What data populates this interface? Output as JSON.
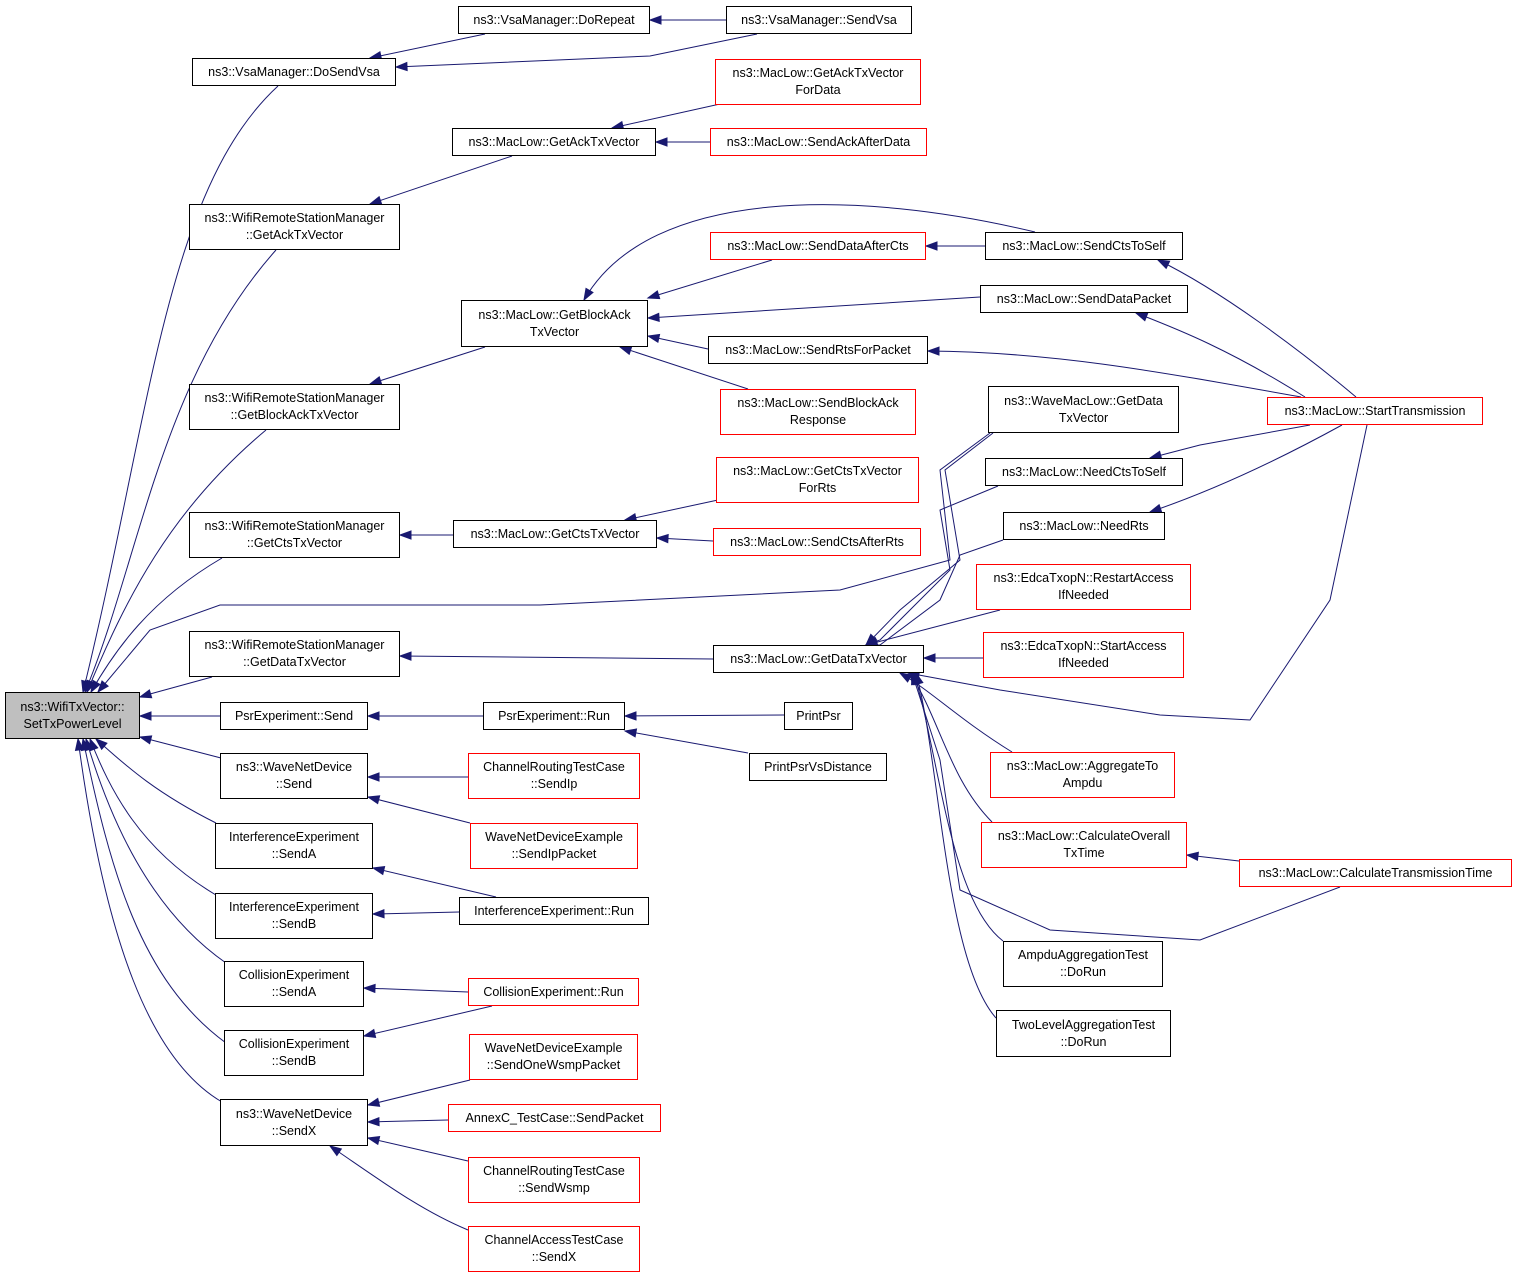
{
  "diagram": {
    "title": "",
    "edge_color": "#191970",
    "node_border_color": "#000000",
    "node_border_incomplete_color": "#ff0000",
    "root_fill_color": "#bfbfbf",
    "nodes": {
      "root": {
        "lines": [
          "ns3::WifiTxVector::",
          "SetTxPowerLevel"
        ],
        "root": true
      },
      "vsaDoSendVsa": {
        "lines": [
          "ns3::VsaManager::DoSendVsa"
        ]
      },
      "vsaDoRepeat": {
        "lines": [
          "ns3::VsaManager::DoRepeat"
        ]
      },
      "vsaSendVsa": {
        "lines": [
          "ns3::VsaManager::SendVsa"
        ]
      },
      "wrsmGetAck": {
        "lines": [
          "ns3::WifiRemoteStationManager",
          "::GetAckTxVector"
        ]
      },
      "mlGetAck": {
        "lines": [
          "ns3::MacLow::GetAckTxVector"
        ]
      },
      "mlGetAckForData": {
        "lines": [
          "ns3::MacLow::GetAckTxVector",
          "ForData"
        ],
        "incomplete": true
      },
      "mlSendAckAfterData": {
        "lines": [
          "ns3::MacLow::SendAckAfterData"
        ],
        "incomplete": true
      },
      "wrsmGetBlockAck": {
        "lines": [
          "ns3::WifiRemoteStationManager",
          "::GetBlockAckTxVector"
        ]
      },
      "mlGetBlockAck": {
        "lines": [
          "ns3::MacLow::GetBlockAck",
          "TxVector"
        ]
      },
      "mlSendDataAfterCts": {
        "lines": [
          "ns3::MacLow::SendDataAfterCts"
        ],
        "incomplete": true
      },
      "mlSendCtsToSelf": {
        "lines": [
          "ns3::MacLow::SendCtsToSelf"
        ]
      },
      "mlSendDataPacket": {
        "lines": [
          "ns3::MacLow::SendDataPacket"
        ]
      },
      "mlSendRtsForPacket": {
        "lines": [
          "ns3::MacLow::SendRtsForPacket"
        ]
      },
      "mlSendBlockAckResp": {
        "lines": [
          "ns3::MacLow::SendBlockAck",
          "Response"
        ],
        "incomplete": true
      },
      "mlStartTransmission": {
        "lines": [
          "ns3::MacLow::StartTransmission"
        ],
        "incomplete": true
      },
      "waveMacGetData": {
        "lines": [
          "ns3::WaveMacLow::GetData",
          "TxVector"
        ]
      },
      "mlNeedCtsToSelf": {
        "lines": [
          "ns3::MacLow::NeedCtsToSelf"
        ]
      },
      "mlNeedRts": {
        "lines": [
          "ns3::MacLow::NeedRts"
        ]
      },
      "wrsmGetCts": {
        "lines": [
          "ns3::WifiRemoteStationManager",
          "::GetCtsTxVector"
        ]
      },
      "mlGetCts": {
        "lines": [
          "ns3::MacLow::GetCtsTxVector"
        ]
      },
      "mlGetCtsForRts": {
        "lines": [
          "ns3::MacLow::GetCtsTxVector",
          "ForRts"
        ],
        "incomplete": true
      },
      "mlSendCtsAfterRts": {
        "lines": [
          "ns3::MacLow::SendCtsAfterRts"
        ],
        "incomplete": true
      },
      "edcaRestart": {
        "lines": [
          "ns3::EdcaTxopN::RestartAccess",
          "IfNeeded"
        ],
        "incomplete": true
      },
      "edcaStart": {
        "lines": [
          "ns3::EdcaTxopN::StartAccess",
          "IfNeeded"
        ],
        "incomplete": true
      },
      "wrsmGetData": {
        "lines": [
          "ns3::WifiRemoteStationManager",
          "::GetDataTxVector"
        ]
      },
      "mlGetData": {
        "lines": [
          "ns3::MacLow::GetDataTxVector"
        ]
      },
      "psrSend": {
        "lines": [
          "PsrExperiment::Send"
        ]
      },
      "psrRun": {
        "lines": [
          "PsrExperiment::Run"
        ]
      },
      "printPsr": {
        "lines": [
          "PrintPsr"
        ]
      },
      "printPsrVsDist": {
        "lines": [
          "PrintPsrVsDistance"
        ]
      },
      "mlAggregateToAmpdu": {
        "lines": [
          "ns3::MacLow::AggregateTo",
          "Ampdu"
        ],
        "incomplete": true
      },
      "wndSend": {
        "lines": [
          "ns3::WaveNetDevice",
          "::Send"
        ]
      },
      "crtcSendIp": {
        "lines": [
          "ChannelRoutingTestCase",
          "::SendIp"
        ],
        "incomplete": true
      },
      "wndeSendIpPacket": {
        "lines": [
          "WaveNetDeviceExample",
          "::SendIpPacket"
        ],
        "incomplete": true
      },
      "mlCalcOverall": {
        "lines": [
          "ns3::MacLow::CalculateOverall",
          "TxTime"
        ],
        "incomplete": true
      },
      "mlCalcTransmission": {
        "lines": [
          "ns3::MacLow::CalculateTransmissionTime"
        ],
        "incomplete": true
      },
      "ieSendA": {
        "lines": [
          "InterferenceExperiment",
          "::SendA"
        ]
      },
      "ieSendB": {
        "lines": [
          "InterferenceExperiment",
          "::SendB"
        ]
      },
      "ieRun": {
        "lines": [
          "InterferenceExperiment::Run"
        ]
      },
      "ampduTest": {
        "lines": [
          "AmpduAggregationTest",
          "::DoRun"
        ]
      },
      "ceSendA": {
        "lines": [
          "CollisionExperiment",
          "::SendA"
        ]
      },
      "ceSendB": {
        "lines": [
          "CollisionExperiment",
          "::SendB"
        ]
      },
      "ceRun": {
        "lines": [
          "CollisionExperiment::Run"
        ],
        "incomplete": true
      },
      "twoLevelTest": {
        "lines": [
          "TwoLevelAggregationTest",
          "::DoRun"
        ]
      },
      "wndSendX": {
        "lines": [
          "ns3::WaveNetDevice",
          "::SendX"
        ]
      },
      "wndeSendOneWsmp": {
        "lines": [
          "WaveNetDeviceExample",
          "::SendOneWsmpPacket"
        ],
        "incomplete": true
      },
      "annexCSendPacket": {
        "lines": [
          "AnnexC_TestCase::SendPacket"
        ],
        "incomplete": true
      },
      "crtcSendWsmp": {
        "lines": [
          "ChannelRoutingTestCase",
          "::SendWsmp"
        ],
        "incomplete": true
      },
      "catcSendX": {
        "lines": [
          "ChannelAccessTestCase",
          "::SendX"
        ],
        "incomplete": true
      }
    },
    "edges": [
      {
        "from": "vsaDoSendVsa",
        "to": "root"
      },
      {
        "from": "vsaDoRepeat",
        "to": "vsaDoSendVsa"
      },
      {
        "from": "vsaSendVsa",
        "to": "vsaDoSendVsa"
      },
      {
        "from": "vsaSendVsa",
        "to": "vsaDoRepeat"
      },
      {
        "from": "wrsmGetAck",
        "to": "root"
      },
      {
        "from": "mlGetAck",
        "to": "wrsmGetAck"
      },
      {
        "from": "mlGetAckForData",
        "to": "mlGetAck"
      },
      {
        "from": "mlSendAckAfterData",
        "to": "mlGetAck"
      },
      {
        "from": "wrsmGetBlockAck",
        "to": "root"
      },
      {
        "from": "mlGetBlockAck",
        "to": "wrsmGetBlockAck"
      },
      {
        "from": "mlSendDataAfterCts",
        "to": "mlGetBlockAck"
      },
      {
        "from": "mlSendCtsToSelf",
        "to": "mlGetBlockAck"
      },
      {
        "from": "mlSendDataPacket",
        "to": "mlGetBlockAck"
      },
      {
        "from": "mlSendRtsForPacket",
        "to": "mlGetBlockAck"
      },
      {
        "from": "mlSendBlockAckResp",
        "to": "mlGetBlockAck"
      },
      {
        "from": "mlSendCtsToSelf",
        "to": "mlSendDataAfterCts"
      },
      {
        "from": "mlStartTransmission",
        "to": "mlSendCtsToSelf"
      },
      {
        "from": "mlStartTransmission",
        "to": "mlSendDataPacket"
      },
      {
        "from": "mlStartTransmission",
        "to": "mlSendRtsForPacket"
      },
      {
        "from": "mlStartTransmission",
        "to": "mlNeedCtsToSelf"
      },
      {
        "from": "mlStartTransmission",
        "to": "mlNeedRts"
      },
      {
        "from": "mlStartTransmission",
        "to": "mlGetData"
      },
      {
        "from": "wrsmGetCts",
        "to": "root"
      },
      {
        "from": "mlGetCts",
        "to": "wrsmGetCts"
      },
      {
        "from": "mlGetCtsForRts",
        "to": "mlGetCts"
      },
      {
        "from": "mlSendCtsAfterRts",
        "to": "mlGetCts"
      },
      {
        "from": "waveMacGetData",
        "to": "root"
      },
      {
        "from": "wrsmGetData",
        "to": "root"
      },
      {
        "from": "mlGetData",
        "to": "wrsmGetData"
      },
      {
        "from": "waveMacGetData",
        "to": "mlGetData"
      },
      {
        "from": "mlNeedCtsToSelf",
        "to": "mlGetData"
      },
      {
        "from": "mlNeedRts",
        "to": "mlGetData"
      },
      {
        "from": "edcaRestart",
        "to": "mlGetData"
      },
      {
        "from": "edcaStart",
        "to": "mlGetData"
      },
      {
        "from": "mlAggregateToAmpdu",
        "to": "mlGetData"
      },
      {
        "from": "mlCalcOverall",
        "to": "mlGetData"
      },
      {
        "from": "mlCalcTransmission",
        "to": "mlGetData"
      },
      {
        "from": "ampduTest",
        "to": "mlGetData"
      },
      {
        "from": "twoLevelTest",
        "to": "mlGetData"
      },
      {
        "from": "mlCalcTransmission",
        "to": "mlCalcOverall"
      },
      {
        "from": "psrSend",
        "to": "root"
      },
      {
        "from": "psrRun",
        "to": "psrSend"
      },
      {
        "from": "printPsr",
        "to": "psrRun"
      },
      {
        "from": "printPsrVsDist",
        "to": "psrRun"
      },
      {
        "from": "wndSend",
        "to": "root"
      },
      {
        "from": "crtcSendIp",
        "to": "wndSend"
      },
      {
        "from": "wndeSendIpPacket",
        "to": "wndSend"
      },
      {
        "from": "ieSendA",
        "to": "root"
      },
      {
        "from": "ieSendB",
        "to": "root"
      },
      {
        "from": "ieRun",
        "to": "ieSendA"
      },
      {
        "from": "ieRun",
        "to": "ieSendB"
      },
      {
        "from": "ceSendA",
        "to": "root"
      },
      {
        "from": "ceSendB",
        "to": "root"
      },
      {
        "from": "ceRun",
        "to": "ceSendA"
      },
      {
        "from": "ceRun",
        "to": "ceSendB"
      },
      {
        "from": "wndSendX",
        "to": "root"
      },
      {
        "from": "wndeSendOneWsmp",
        "to": "wndSendX"
      },
      {
        "from": "annexCSendPacket",
        "to": "wndSendX"
      },
      {
        "from": "crtcSendWsmp",
        "to": "wndSendX"
      },
      {
        "from": "catcSendX",
        "to": "wndSendX"
      }
    ]
  }
}
